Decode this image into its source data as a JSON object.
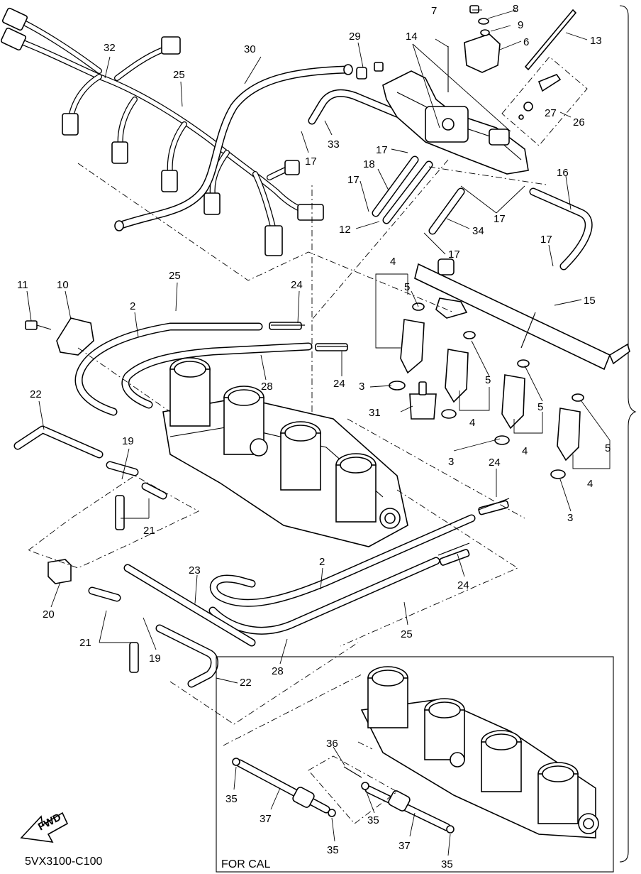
{
  "figure_code": "5VX3100-C100",
  "inset_label": "FOR CAL",
  "fwd_label": "FWD",
  "callouts": [
    {
      "id": "c7",
      "text": "7"
    },
    {
      "id": "c8",
      "text": "8"
    },
    {
      "id": "c9",
      "text": "9"
    },
    {
      "id": "c6",
      "text": "6"
    },
    {
      "id": "c13",
      "text": "13"
    },
    {
      "id": "c14",
      "text": "14"
    },
    {
      "id": "c29",
      "text": "29"
    },
    {
      "id": "c32",
      "text": "32"
    },
    {
      "id": "c30",
      "text": "30"
    },
    {
      "id": "c25a",
      "text": "25"
    },
    {
      "id": "c26",
      "text": "26"
    },
    {
      "id": "c27",
      "text": "27"
    },
    {
      "id": "c17a",
      "text": "17"
    },
    {
      "id": "c33",
      "text": "33"
    },
    {
      "id": "c17b",
      "text": "17"
    },
    {
      "id": "c18",
      "text": "18"
    },
    {
      "id": "c17c",
      "text": "17"
    },
    {
      "id": "c12",
      "text": "12"
    },
    {
      "id": "c16",
      "text": "16"
    },
    {
      "id": "c17d",
      "text": "17"
    },
    {
      "id": "c34",
      "text": "34"
    },
    {
      "id": "c17e",
      "text": "17"
    },
    {
      "id": "c17f",
      "text": "17"
    },
    {
      "id": "c4a",
      "text": "4"
    },
    {
      "id": "c5a",
      "text": "5"
    },
    {
      "id": "c15",
      "text": "15"
    },
    {
      "id": "c11",
      "text": "11"
    },
    {
      "id": "c10",
      "text": "10"
    },
    {
      "id": "c25b",
      "text": "25"
    },
    {
      "id": "c24a",
      "text": "24"
    },
    {
      "id": "c2a",
      "text": "2"
    },
    {
      "id": "c28a",
      "text": "28"
    },
    {
      "id": "c24b",
      "text": "24"
    },
    {
      "id": "c3a",
      "text": "3"
    },
    {
      "id": "c31",
      "text": "31"
    },
    {
      "id": "c5b",
      "text": "5"
    },
    {
      "id": "c4b",
      "text": "4"
    },
    {
      "id": "c5c",
      "text": "5"
    },
    {
      "id": "c5d",
      "text": "5"
    },
    {
      "id": "c4c",
      "text": "4"
    },
    {
      "id": "c3b",
      "text": "3"
    },
    {
      "id": "c4d",
      "text": "4"
    },
    {
      "id": "c22a",
      "text": "22"
    },
    {
      "id": "c19a",
      "text": "19"
    },
    {
      "id": "c24c",
      "text": "24"
    },
    {
      "id": "c21a",
      "text": "21"
    },
    {
      "id": "c3c",
      "text": "3"
    },
    {
      "id": "c2b",
      "text": "2"
    },
    {
      "id": "c24d",
      "text": "24"
    },
    {
      "id": "c23",
      "text": "23"
    },
    {
      "id": "c20",
      "text": "20"
    },
    {
      "id": "c21b",
      "text": "21"
    },
    {
      "id": "c19b",
      "text": "19"
    },
    {
      "id": "c25c",
      "text": "25"
    },
    {
      "id": "c28b",
      "text": "28"
    },
    {
      "id": "c22b",
      "text": "22"
    },
    {
      "id": "c36",
      "text": "36"
    },
    {
      "id": "c35a",
      "text": "35"
    },
    {
      "id": "c37a",
      "text": "37"
    },
    {
      "id": "c35b",
      "text": "35"
    },
    {
      "id": "c35c",
      "text": "35"
    },
    {
      "id": "c37b",
      "text": "37"
    },
    {
      "id": "c35d",
      "text": "35"
    }
  ]
}
